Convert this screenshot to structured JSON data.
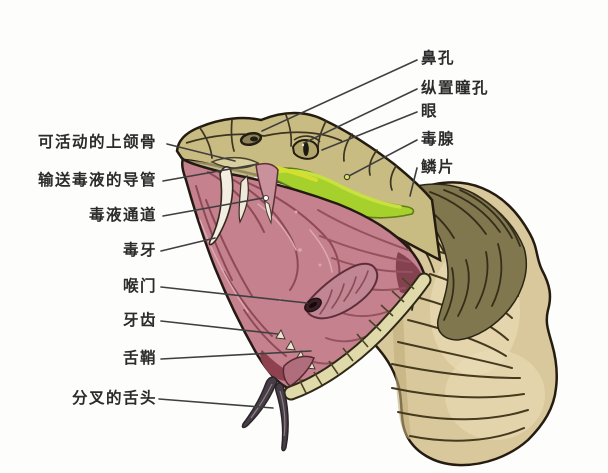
{
  "figure": {
    "description": "蛇头纵剖解剖示意图",
    "labels": {
      "right": [
        {
          "id": "nostril",
          "text": "鼻孔"
        },
        {
          "id": "vertical-pupil",
          "text": "纵置瞳孔"
        },
        {
          "id": "eye",
          "text": "眼"
        },
        {
          "id": "venom-gland",
          "text": "毒腺"
        },
        {
          "id": "scales",
          "text": "鳞片"
        }
      ],
      "left": [
        {
          "id": "movable-maxilla",
          "text": "可活动的上颌骨"
        },
        {
          "id": "venom-delivery-duct",
          "text": "输送毒液的导管"
        },
        {
          "id": "venom-channel",
          "text": "毒液通道"
        },
        {
          "id": "fang",
          "text": "毒牙"
        },
        {
          "id": "glottis",
          "text": "喉门"
        },
        {
          "id": "teeth",
          "text": "牙齿"
        },
        {
          "id": "tongue-sheath",
          "text": "舌鞘"
        },
        {
          "id": "forked-tongue",
          "text": "分叉的舌头"
        }
      ]
    },
    "colors": {
      "background": "#fdfdfc",
      "head_scales": "#c9bc83",
      "venom_gland_green": "#a6d02c",
      "venom_duct_yellow": "#d6de2f",
      "mouth_pink": "#c5818d",
      "mouth_striation": "#94525f",
      "fang_white": "#f3eee2",
      "jaw_scale_band": "#e0d9a9",
      "neck_tan": "#d9c89b",
      "neck_line_brown": "#463a1e",
      "dark_olive": "#80774e",
      "outline": "#241c10",
      "tongue_dark": "#473e45",
      "label_text": "#2b2b2b",
      "leader_line": "#3f3f3f"
    }
  }
}
